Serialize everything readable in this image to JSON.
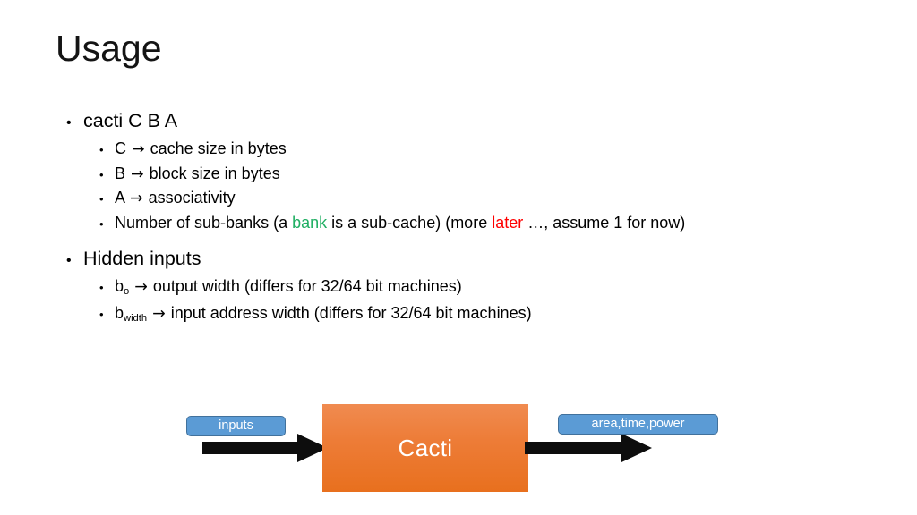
{
  "slide": {
    "title": "Usage",
    "bullets": [
      {
        "level": 1,
        "name": "bullet-cacti-cba",
        "marker": "•",
        "segments": [
          {
            "text": "cacti C B A"
          }
        ]
      },
      {
        "level": 2,
        "name": "bullet-c-cache-size",
        "marker": "•",
        "segments": [
          {
            "text": "C "
          },
          {
            "text": "→",
            "style": "arrow"
          },
          {
            "text": " cache size in bytes"
          }
        ]
      },
      {
        "level": 2,
        "name": "bullet-b-block-size",
        "marker": "•",
        "segments": [
          {
            "text": "B "
          },
          {
            "text": "→",
            "style": "arrow"
          },
          {
            "text": " block size in bytes"
          }
        ]
      },
      {
        "level": 2,
        "name": "bullet-a-associativity",
        "marker": "•",
        "segments": [
          {
            "text": "A "
          },
          {
            "text": "→",
            "style": "arrow"
          },
          {
            "text": " associativity"
          }
        ]
      },
      {
        "level": 2,
        "name": "bullet-number-of-sub-banks",
        "marker": "•",
        "segments": [
          {
            "text": "Number of sub-banks (a "
          },
          {
            "text": "bank",
            "style": "green"
          },
          {
            "text": " is a sub-cache) (more "
          },
          {
            "text": "later",
            "style": "red"
          },
          {
            "text": " …, assume 1 for now)"
          }
        ]
      },
      {
        "level": 1,
        "name": "bullet-hidden-inputs",
        "marker": "•",
        "spaced": true,
        "segments": [
          {
            "text": "Hidden inputs"
          }
        ]
      },
      {
        "level": 2,
        "name": "bullet-bo-output-width",
        "marker": "•",
        "segments": [
          {
            "text": "b"
          },
          {
            "text": "o",
            "style": "sub"
          },
          {
            "text": " "
          },
          {
            "text": "→",
            "style": "arrow"
          },
          {
            "text": " output width (differs for 32/64 bit machines)"
          }
        ]
      },
      {
        "level": 2,
        "name": "bullet-bwidth-input-address-width",
        "marker": "•",
        "segments": [
          {
            "text": "b"
          },
          {
            "text": "width",
            "style": "sub"
          },
          {
            "text": " "
          },
          {
            "text": "→",
            "style": "arrow"
          },
          {
            "text": " input address width (differs for 32/64 bit machines)"
          }
        ]
      }
    ]
  },
  "diagram": {
    "process_box": {
      "label": "Cacti",
      "fill_top": "#F08B50",
      "fill_bottom": "#E8701E",
      "text_color": "#FFFFFF"
    },
    "input_pill": {
      "label": "inputs",
      "fill": "#5B9BD5",
      "border": "#41719C",
      "text_color": "#FFFFFF"
    },
    "output_pill": {
      "label": "area,time,power",
      "fill": "#5B9BD5",
      "border": "#41719C",
      "text_color": "#FFFFFF"
    },
    "input_arrow": {
      "name": "arrow-inputs-to-cacti",
      "color": "#0D0D0D",
      "direction": "right"
    },
    "output_arrow": {
      "name": "arrow-cacti-to-outputs",
      "color": "#0D0D0D",
      "direction": "right"
    }
  },
  "colors": {
    "green_keyword": "#1FAE62",
    "red_keyword": "#FF0000",
    "title": "#141414",
    "background": "#FFFFFF"
  }
}
